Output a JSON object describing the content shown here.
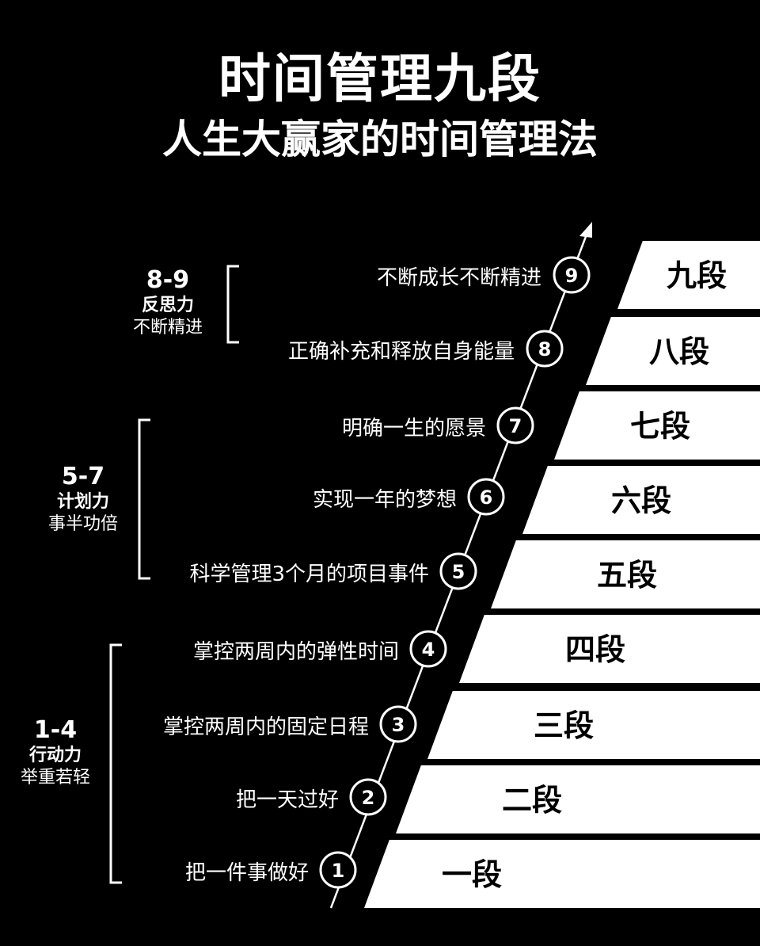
{
  "header": {
    "title": "时间管理九段",
    "subtitle": "人生大赢家的时间管理法"
  },
  "steps": [
    {
      "number": "1",
      "label": "把一件事做好",
      "level": "一段"
    },
    {
      "number": "2",
      "label": "把一天过好",
      "level": "二段"
    },
    {
      "number": "3",
      "label": "掌控两周内的固定日程",
      "level": "三段"
    },
    {
      "number": "4",
      "label": "掌控两周内的弹性时间",
      "level": "四段"
    },
    {
      "number": "5",
      "label": "科学管理3个月的项目事件",
      "level": "五段"
    },
    {
      "number": "6",
      "label": "实现一年的梦想",
      "level": "六段"
    },
    {
      "number": "7",
      "label": "明确一生的愿景",
      "level": "七段"
    },
    {
      "number": "8",
      "label": "正确补充和释放自身能量",
      "level": "八段"
    },
    {
      "number": "9",
      "label": "不断成长不断精进",
      "level": "九段"
    }
  ],
  "groups": [
    {
      "range": "8-9",
      "name": "反思力",
      "desc": "不断精进"
    },
    {
      "range": "5-7",
      "name": "计划力",
      "desc": "事半功倍"
    },
    {
      "range": "1-4",
      "name": "行动力",
      "desc": "举重若轻"
    }
  ]
}
